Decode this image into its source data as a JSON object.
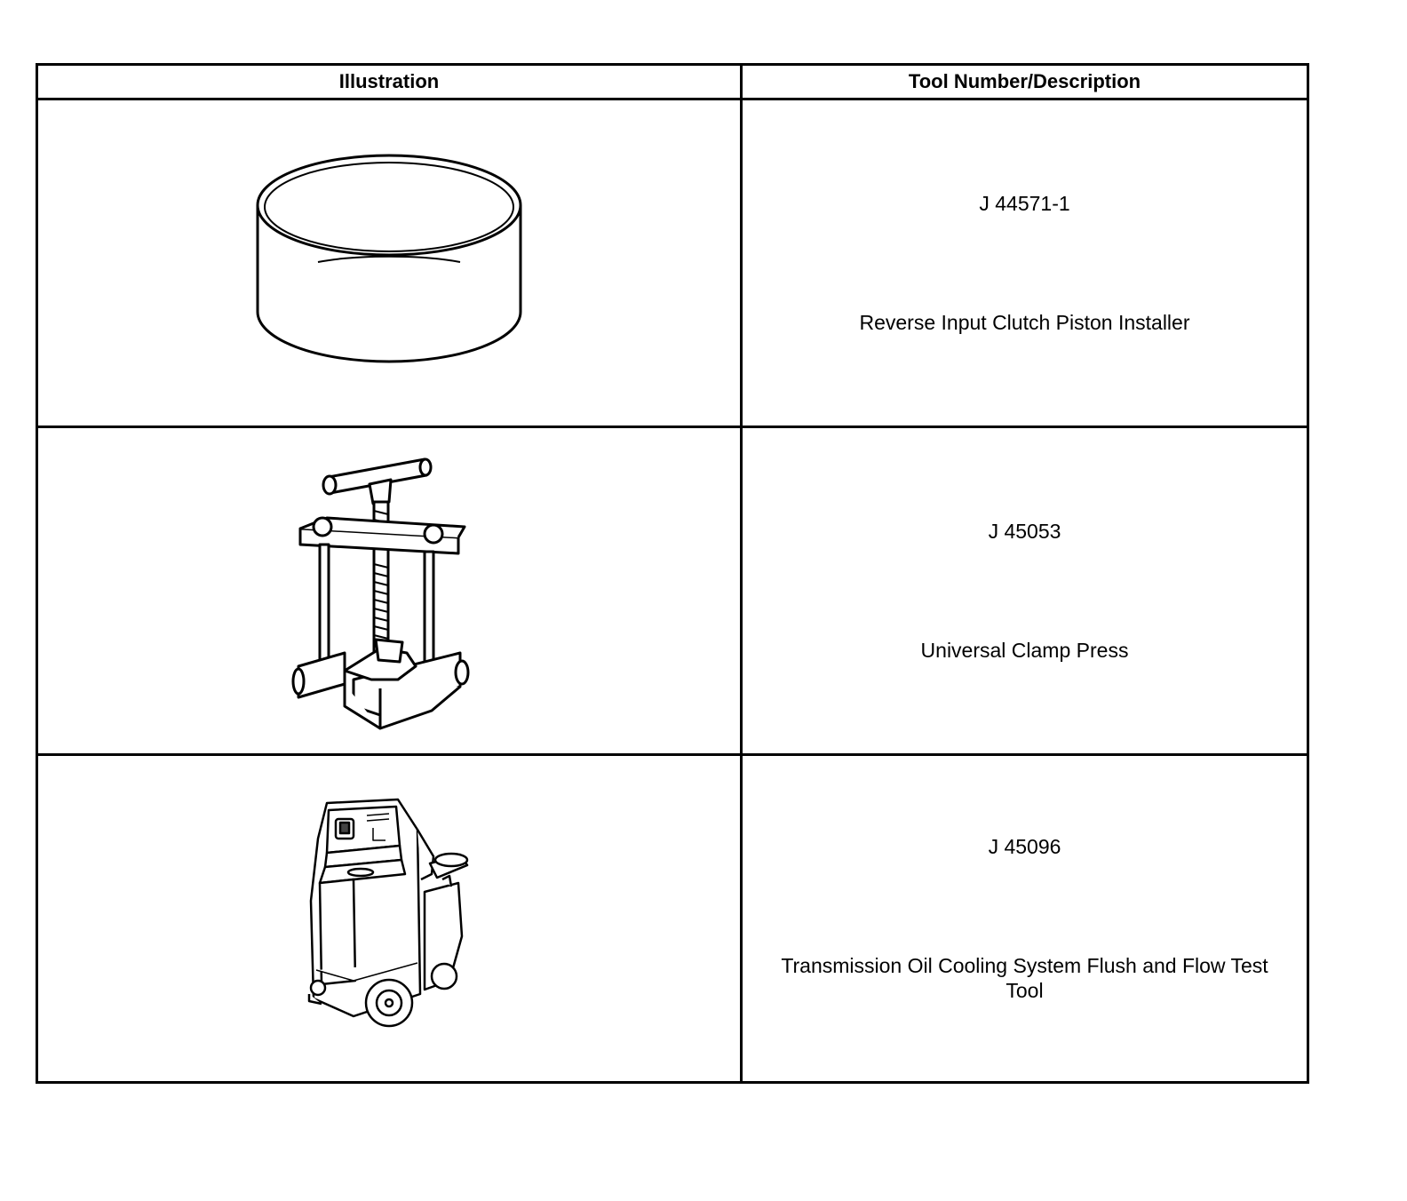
{
  "header": {
    "illustration": "Illustration",
    "tool_number_description": "Tool Number/Description"
  },
  "rows": [
    {
      "tool_number": "J 44571-1",
      "description": "Reverse Input Clutch Piston Installer",
      "icon": "piston-installer-ring-icon"
    },
    {
      "tool_number": "J 45053",
      "description": "Universal Clamp Press",
      "icon": "clamp-press-icon"
    },
    {
      "tool_number": "J 45096",
      "description": "Transmission Oil Cooling System Flush and Flow Test Tool",
      "icon": "flush-cart-icon"
    }
  ]
}
